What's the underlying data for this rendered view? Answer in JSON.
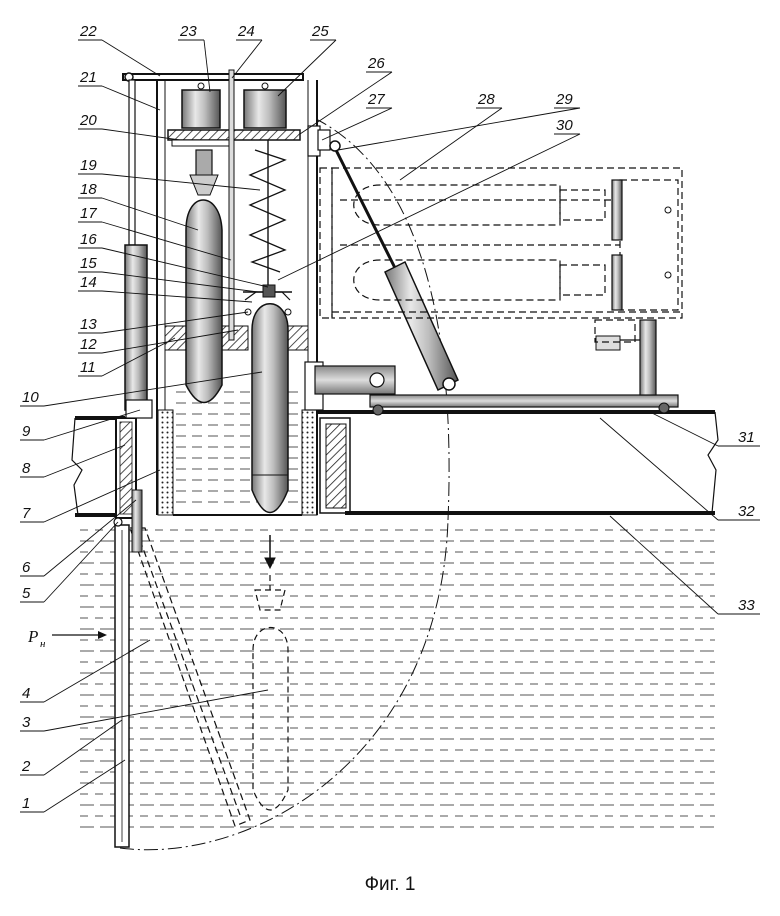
{
  "figure": {
    "caption": "Фиг. 1",
    "pressure_label": "P",
    "pressure_subscript": "н"
  },
  "callouts": [
    "1",
    "2",
    "3",
    "4",
    "5",
    "6",
    "7",
    "8",
    "9",
    "10",
    "11",
    "12",
    "13",
    "14",
    "15",
    "16",
    "17",
    "18",
    "19",
    "20",
    "21",
    "22",
    "23",
    "24",
    "25",
    "26",
    "27",
    "28",
    "29",
    "30",
    "31",
    "32",
    "33"
  ],
  "colors": {
    "line": "#1a1a1a",
    "hatch": "#333333",
    "water_dash": "#555555"
  }
}
